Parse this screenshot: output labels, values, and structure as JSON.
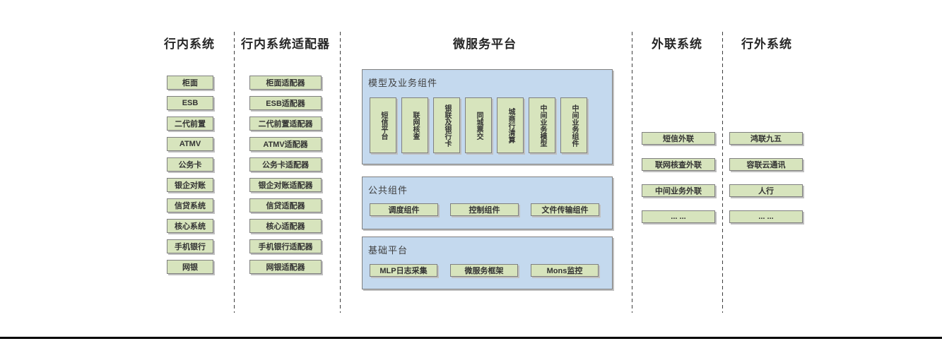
{
  "colors": {
    "box_fill": "#d7e4bd",
    "box_border": "#7f7f7f",
    "panel_fill": "#c4d9ee",
    "text": "#333333",
    "divider": "#3d3d3d",
    "bottom_line": "#000000"
  },
  "columns": {
    "internal": {
      "title": "行内系统",
      "items": [
        "柜面",
        "ESB",
        "二代前置",
        "ATMV",
        "公务卡",
        "银企对账",
        "信贷系统",
        "核心系统",
        "手机银行",
        "网银"
      ]
    },
    "adapters": {
      "title": "行内系统适配器",
      "items": [
        "柜面适配器",
        "ESB适配器",
        "二代前置适配器",
        "ATMV适配器",
        "公务卡适配器",
        "银企对账适配器",
        "信贷适配器",
        "核心适配器",
        "手机银行适配器",
        "网银适配器"
      ]
    },
    "platform": {
      "title": "微服务平台",
      "groups": {
        "model": {
          "title": "模型及业务组件",
          "items": [
            "短信平台",
            "联网核查",
            "银联及银行卡",
            "同城票交",
            "城商行清算",
            "中间业务模型",
            "中间业务组件"
          ]
        },
        "common": {
          "title": "公共组件",
          "items": [
            "调度组件",
            "控制组件",
            "文件传输组件"
          ]
        },
        "base": {
          "title": "基础平台",
          "items": [
            "MLP日志采集",
            "微服务框架",
            "Mons监控"
          ]
        }
      }
    },
    "outreach": {
      "title": "外联系统",
      "items": [
        "短信外联",
        "联网核查外联",
        "中间业务外联",
        "... ..."
      ]
    },
    "external": {
      "title": "行外系统",
      "items": [
        "鸿联九五",
        "容联云通讯",
        "人行",
        "... ..."
      ]
    }
  }
}
